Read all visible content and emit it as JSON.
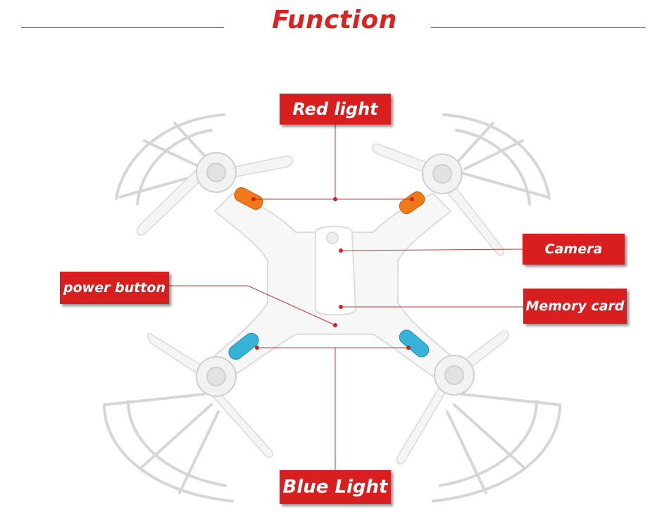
{
  "header": {
    "title": "Function",
    "title_color": "#d92424"
  },
  "labels": {
    "red_light": "Red light",
    "camera": "Camera",
    "memory_card": "Memory card",
    "power_button": "power button",
    "blue_light": "Blue Light"
  },
  "colors": {
    "label_background": "#d81e1e",
    "leader_line": "#c43434",
    "red_light_housing": "#f07a1a",
    "blue_light_housing": "#36b3d6"
  }
}
